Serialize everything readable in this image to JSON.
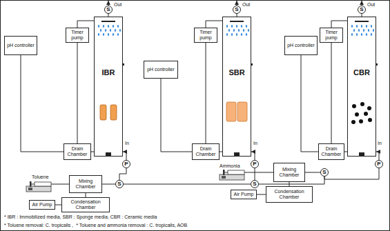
{
  "diagram": {
    "nodes": [
      {
        "text": [
          "S"
        ]
      },
      {
        "text": [
          "S"
        ]
      },
      {
        "text": [
          "S"
        ]
      },
      {
        "text": [
          "pH controller"
        ]
      },
      {
        "text": [
          "Timer pump"
        ]
      },
      {
        "text": [
          "IBR"
        ]
      },
      {
        "text": [
          "Drain Chamber"
        ]
      },
      {
        "text": [
          "pH controller"
        ]
      },
      {
        "text": [
          "Timer pump"
        ]
      },
      {
        "text": [
          "SBR"
        ]
      },
      {
        "text": [
          "Drain Chamber"
        ]
      },
      {
        "text": [
          "pH controller"
        ]
      },
      {
        "text": [
          "Timer pump"
        ]
      },
      {
        "text": [
          "CBR"
        ]
      },
      {
        "text": [
          "Drain Chamber"
        ]
      },
      {
        "text": [
          "P"
        ]
      },
      {
        "text": [
          "P"
        ]
      },
      {
        "text": [
          "P"
        ]
      },
      {
        "text": [
          "Mixing Chamber"
        ]
      },
      {
        "text": [
          "S"
        ]
      },
      {
        "text": [
          "S"
        ]
      },
      {
        "text": [
          "Mixing Chamber"
        ]
      },
      {
        "text": [
          "S"
        ]
      },
      {
        "text": [
          "Air Pump"
        ]
      },
      {
        "text": [
          "Condensation Chamber"
        ]
      },
      {
        "text": [
          "Air Pump"
        ]
      },
      {
        "text": [
          "Condensation Chamber"
        ]
      }
    ],
    "edges": [
      {
        "from": 5,
        "to": 0,
        "arrow": "none"
      },
      {
        "from": 9,
        "to": 1,
        "arrow": "none"
      },
      {
        "from": 13,
        "to": 2,
        "arrow": "none"
      },
      {
        "from": 3,
        "to": 6,
        "arrow": "none"
      },
      {
        "from": 4,
        "to": 5,
        "arrow": "none"
      },
      {
        "from": 4,
        "to": 6,
        "arrow": "none"
      },
      {
        "from": 6,
        "to": 5,
        "arrow": "none"
      },
      {
        "from": 7,
        "to": 10,
        "arrow": "none"
      },
      {
        "from": 8,
        "to": 9,
        "arrow": "none"
      },
      {
        "from": 8,
        "to": 10,
        "arrow": "none"
      },
      {
        "from": 10,
        "to": 9,
        "arrow": "none"
      },
      {
        "from": 11,
        "to": 14,
        "arrow": "none"
      },
      {
        "from": 12,
        "to": 13,
        "arrow": "none"
      },
      {
        "from": 12,
        "to": 14,
        "arrow": "none"
      },
      {
        "from": 14,
        "to": 13,
        "arrow": "none"
      },
      {
        "from": 15,
        "to": 5,
        "arrow": "to"
      },
      {
        "from": 16,
        "to": 9,
        "arrow": "to"
      },
      {
        "from": 17,
        "to": 13,
        "arrow": "to"
      },
      {
        "from": 18,
        "to": 19,
        "arrow": "none"
      },
      {
        "from": 19,
        "to": 15,
        "arrow": "none"
      },
      {
        "from": 19,
        "to": 20,
        "arrow": "none"
      },
      {
        "from": 20,
        "to": 16,
        "arrow": "none"
      },
      {
        "from": 21,
        "to": 22,
        "arrow": "none"
      },
      {
        "from": 22,
        "to": 17,
        "arrow": "none"
      },
      {
        "from": 22,
        "to": 20,
        "arrow": "none"
      },
      {
        "from": 24,
        "to": 18,
        "arrow": "none"
      },
      {
        "from": 23,
        "to": 24,
        "arrow": "none"
      },
      {
        "from": 26,
        "to": 21,
        "arrow": "none"
      },
      {
        "from": 25,
        "to": 26,
        "arrow": "none"
      }
    ],
    "labels": [
      "Out",
      "Out",
      "Out",
      "In",
      "In",
      "In",
      "Toluene",
      "Ammonia",
      "* IBR : Immobilized media, SBR : Sponge media, CBR : Ceramic media",
      "* Toluene removal: C. tropicalis ,",
      "* Toluene and ammonia removal : C. tropicalis, AOB"
    ]
  }
}
